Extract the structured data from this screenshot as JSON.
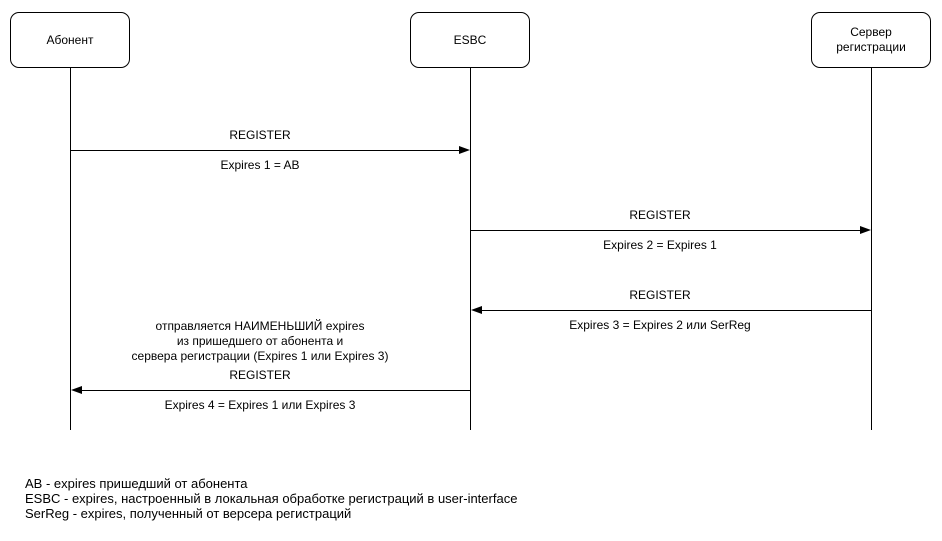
{
  "participants": [
    {
      "label": "Абонент"
    },
    {
      "label": "ESBC"
    },
    {
      "label": "Сервер регистрации"
    }
  ],
  "messages": [
    {
      "title": "REGISTER",
      "detail": "Expires 1 = AB",
      "direction": "right",
      "from": "Абонент",
      "to": "ESBC"
    },
    {
      "title": "REGISTER",
      "detail": "Expires 2 = Expires 1",
      "direction": "right",
      "from": "ESBC",
      "to": "Сервер регистрации"
    },
    {
      "title": "REGISTER",
      "detail": "Expires 3 = Expires 2 или SerReg",
      "direction": "left",
      "from": "Сервер регистрации",
      "to": "ESBC"
    },
    {
      "note_line1": "отправляется НАИМЕНЬШИЙ expires",
      "note_line2": "из пришедшего от абонента и",
      "note_line3": "сервера регистрации (Expires 1 или Expires 3)",
      "title": "REGISTER",
      "detail": "Expires 4 = Expires 1 или Expires 3",
      "direction": "left",
      "from": "ESBC",
      "to": "Абонент"
    }
  ],
  "legend": [
    "AB - expires пришедший от абонента",
    "ESBC - expires, настроенный в локальная обработке регистраций в user-interface",
    "SerReg - expires, полученный от версера регистраций"
  ],
  "colors": {
    "line": "#000000",
    "background": "#ffffff",
    "text": "#000000"
  }
}
